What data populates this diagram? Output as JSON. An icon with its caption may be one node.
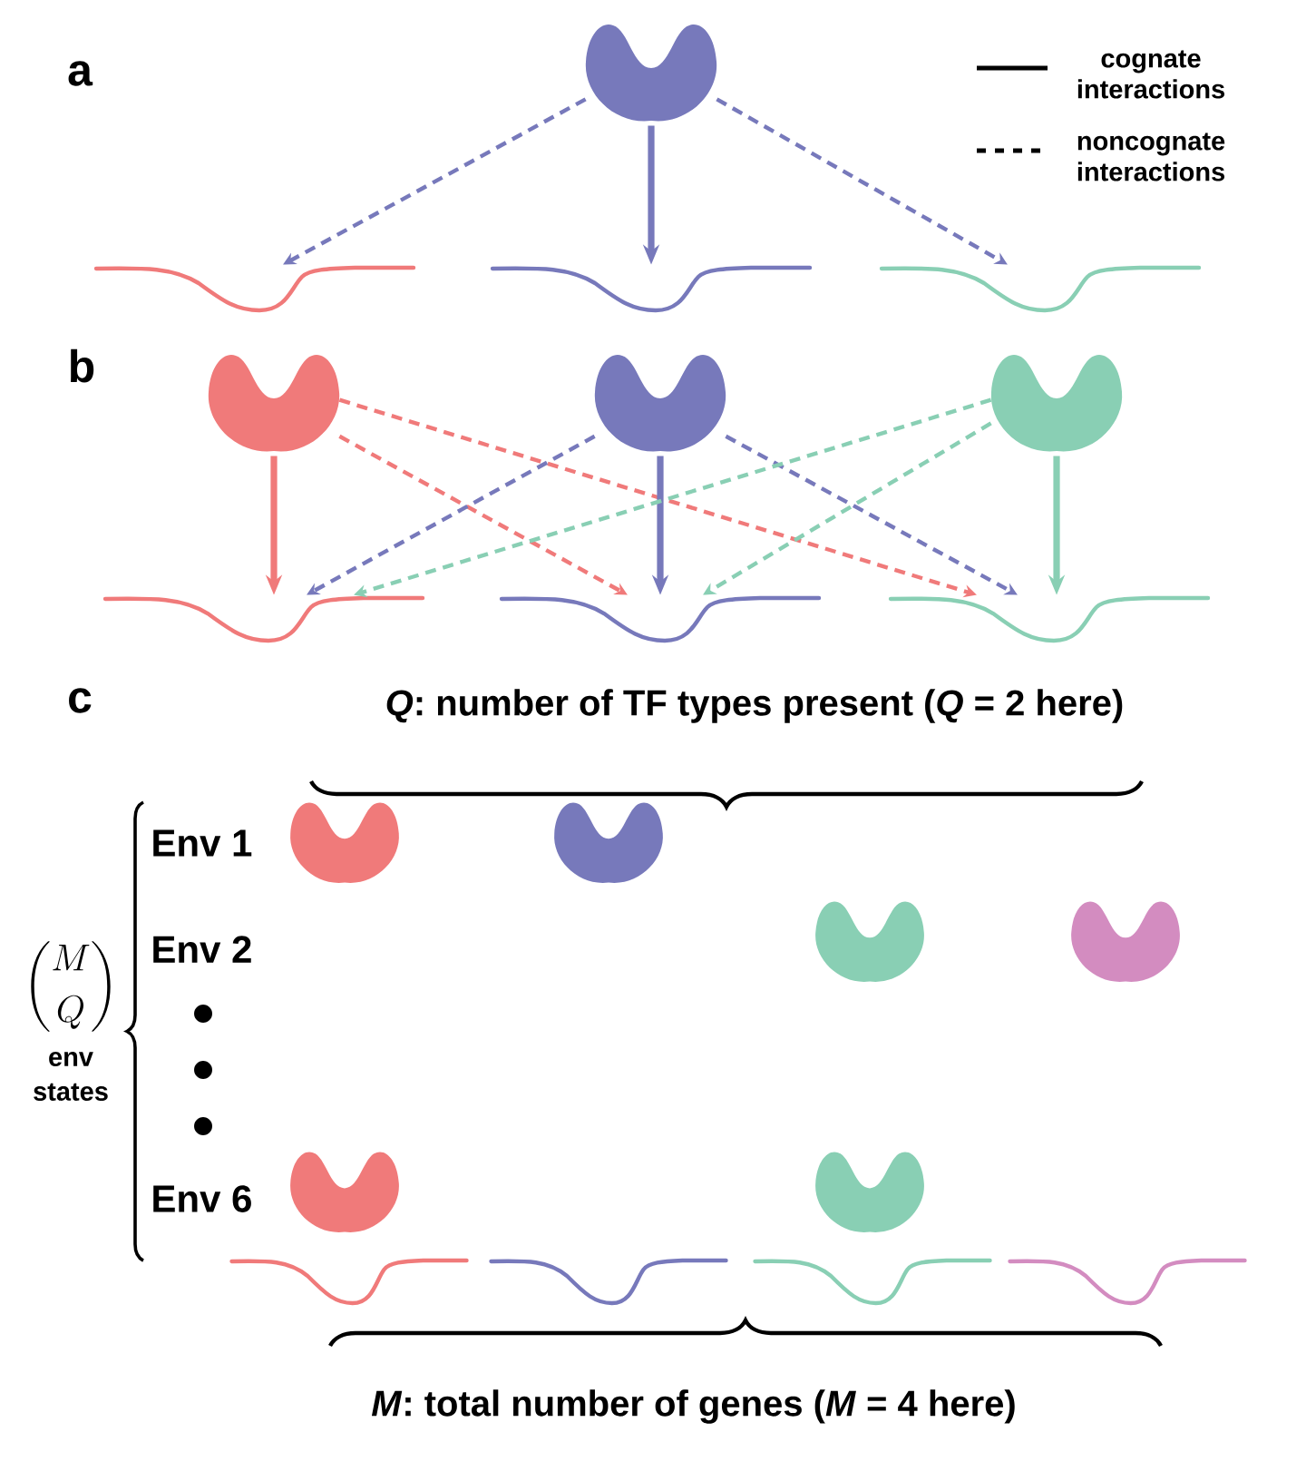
{
  "diagram": {
    "nodes": [
      {
        "text": [],
        "shape": "picture"
      },
      {
        "text": [],
        "shape": "line"
      },
      {
        "text": [],
        "shape": "line"
      },
      {
        "text": [],
        "shape": "line"
      },
      {
        "text": [],
        "shape": "picture"
      },
      {
        "text": [],
        "shape": "picture"
      },
      {
        "text": [],
        "shape": "picture"
      },
      {
        "text": [],
        "shape": "line"
      },
      {
        "text": [],
        "shape": "line"
      },
      {
        "text": [],
        "shape": "line"
      },
      {
        "text": [],
        "shape": "picture"
      },
      {
        "text": [],
        "shape": "picture"
      },
      {
        "text": [],
        "shape": "picture"
      },
      {
        "text": [],
        "shape": "picture"
      },
      {
        "text": [],
        "shape": "picture"
      },
      {
        "text": [],
        "shape": "picture"
      },
      {
        "text": [],
        "shape": "line"
      },
      {
        "text": [],
        "shape": "line"
      },
      {
        "text": [],
        "shape": "line"
      },
      {
        "text": [],
        "shape": "line"
      }
    ],
    "edges": [
      {
        "from": 0,
        "to": 1,
        "arrow": "to",
        "style": "dashed"
      },
      {
        "from": 0,
        "to": 2,
        "arrow": "to"
      },
      {
        "from": 0,
        "to": 3,
        "arrow": "to",
        "style": "dashed"
      },
      {
        "from": 4,
        "to": 7,
        "arrow": "to",
        "color": "#f07a7a"
      },
      {
        "from": 4,
        "to": 8,
        "arrow": "to",
        "style": "dashed",
        "color": "#f07a7a"
      },
      {
        "from": 4,
        "to": 9,
        "arrow": "to",
        "style": "dashed",
        "color": "#f07a7a"
      },
      {
        "from": 5,
        "to": 7,
        "arrow": "to",
        "style": "dashed"
      },
      {
        "from": 5,
        "to": 8,
        "arrow": "to"
      },
      {
        "from": 5,
        "to": 9,
        "arrow": "to",
        "style": "dashed"
      },
      {
        "from": 6,
        "to": 7,
        "arrow": "to",
        "style": "dashed",
        "color": "#89cfb4"
      },
      {
        "from": 6,
        "to": 8,
        "arrow": "to",
        "style": "dashed",
        "color": "#89cfb4"
      },
      {
        "from": 6,
        "to": 9,
        "arrow": "to",
        "color": "#89cfb4"
      }
    ],
    "labels": [
      "a",
      "b",
      "c",
      "*Q*: number of TF types present (*Q* = 2 here)",
      "Env 1",
      "Env 2",
      "\\binom{M}{Q}",
      "env states",
      "Env 6",
      "*M*: total number of genes (*M* = 4 here)"
    ],
    "legend": [
      {
        "text": "cognate interactions"
      },
      {
        "text": "noncognate interactions"
      }
    ]
  }
}
